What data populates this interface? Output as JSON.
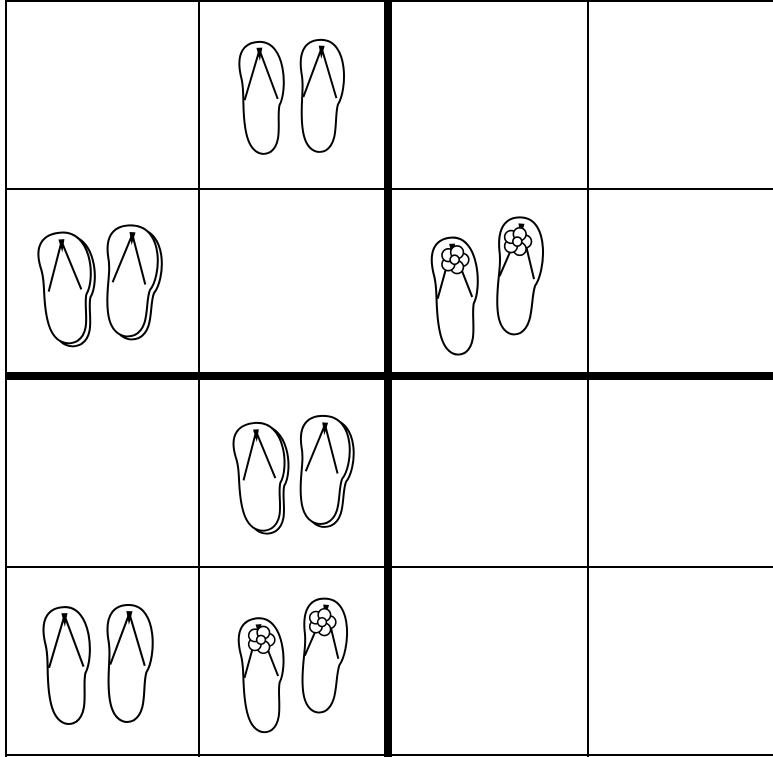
{
  "puzzle": {
    "rows": 4,
    "cols": 4,
    "cells": [
      [
        "empty",
        "flipflop-plain",
        "empty",
        "empty"
      ],
      [
        "flipflop-thick",
        "empty",
        "flipflop-flower",
        "empty"
      ],
      [
        "empty",
        "flipflop-thick",
        "empty",
        "empty"
      ],
      [
        "flipflop-plain",
        "flipflop-flower",
        "empty",
        "empty"
      ]
    ],
    "icons": {
      "flipflop-plain": "flip-flop-sandals-icon",
      "flipflop-thick": "thick-sole-flip-flop-icon",
      "flipflop-flower": "flower-flip-flop-icon"
    },
    "colors": {
      "line": "#000000",
      "background": "#ffffff"
    }
  }
}
